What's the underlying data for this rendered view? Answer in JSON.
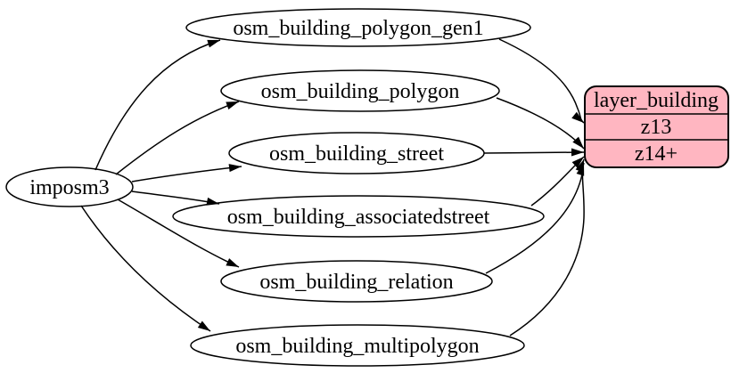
{
  "diagram": {
    "background": "#ffffff",
    "source": {
      "label": "imposm3"
    },
    "tables": [
      {
        "label": "osm_building_polygon_gen1"
      },
      {
        "label": "osm_building_polygon"
      },
      {
        "label": "osm_building_street"
      },
      {
        "label": "osm_building_associatedstreet"
      },
      {
        "label": "osm_building_relation"
      },
      {
        "label": "osm_building_multipolygon"
      }
    ],
    "layer": {
      "title": "layer_building",
      "rows": [
        {
          "label": "z13"
        },
        {
          "label": "z14+"
        }
      ],
      "fill": "#ffb6c1",
      "stroke": "#000000"
    },
    "edges": [
      {
        "from": "imposm3",
        "to": "osm_building_polygon_gen1"
      },
      {
        "from": "imposm3",
        "to": "osm_building_polygon"
      },
      {
        "from": "imposm3",
        "to": "osm_building_street"
      },
      {
        "from": "imposm3",
        "to": "osm_building_associatedstreet"
      },
      {
        "from": "imposm3",
        "to": "osm_building_relation"
      },
      {
        "from": "imposm3",
        "to": "osm_building_multipolygon"
      },
      {
        "from": "osm_building_polygon_gen1",
        "to": "layer_building:z13"
      },
      {
        "from": "osm_building_polygon",
        "to": "layer_building:z14+"
      },
      {
        "from": "osm_building_street",
        "to": "layer_building:z14+"
      },
      {
        "from": "osm_building_associatedstreet",
        "to": "layer_building:z14+"
      },
      {
        "from": "osm_building_relation",
        "to": "layer_building:z14+"
      },
      {
        "from": "osm_building_multipolygon",
        "to": "layer_building:z14+"
      }
    ]
  }
}
